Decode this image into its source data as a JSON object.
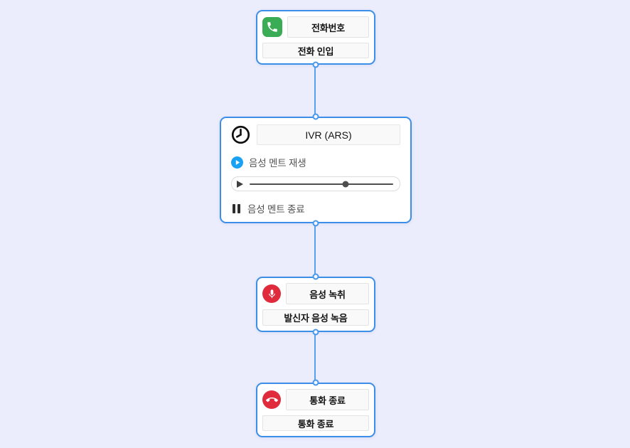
{
  "canvas": {
    "background_color": "#EBEDFC"
  },
  "theme": {
    "node_border_color": "#3D8EE8",
    "connector_color": "#57A0EC",
    "port_border_color": "#4797EA",
    "phone_badge_color": "#39AC55",
    "record_badge_color": "#E02B3C",
    "hangup_badge_color": "#E02B3C",
    "play_icon_color": "#19A2F4"
  },
  "nodes": {
    "call_inbound": {
      "icon": "phone-icon",
      "type_label": "전화번호",
      "name_label": "전화 인입"
    },
    "ivr": {
      "icon": "clock-icon",
      "title": "IVR (ARS)",
      "play_label": "음성 멘트 재생",
      "end_label": "음성 멘트 종료",
      "player": {
        "progress_pct": 67,
        "dot_style": "left:67%"
      }
    },
    "record": {
      "icon": "microphone-icon",
      "type_label": "음성 녹취",
      "name_label": "발신자 음성 녹음"
    },
    "hangup": {
      "icon": "call-end-icon",
      "type_label": "통화 종료",
      "name_label": "통화 종료"
    }
  }
}
